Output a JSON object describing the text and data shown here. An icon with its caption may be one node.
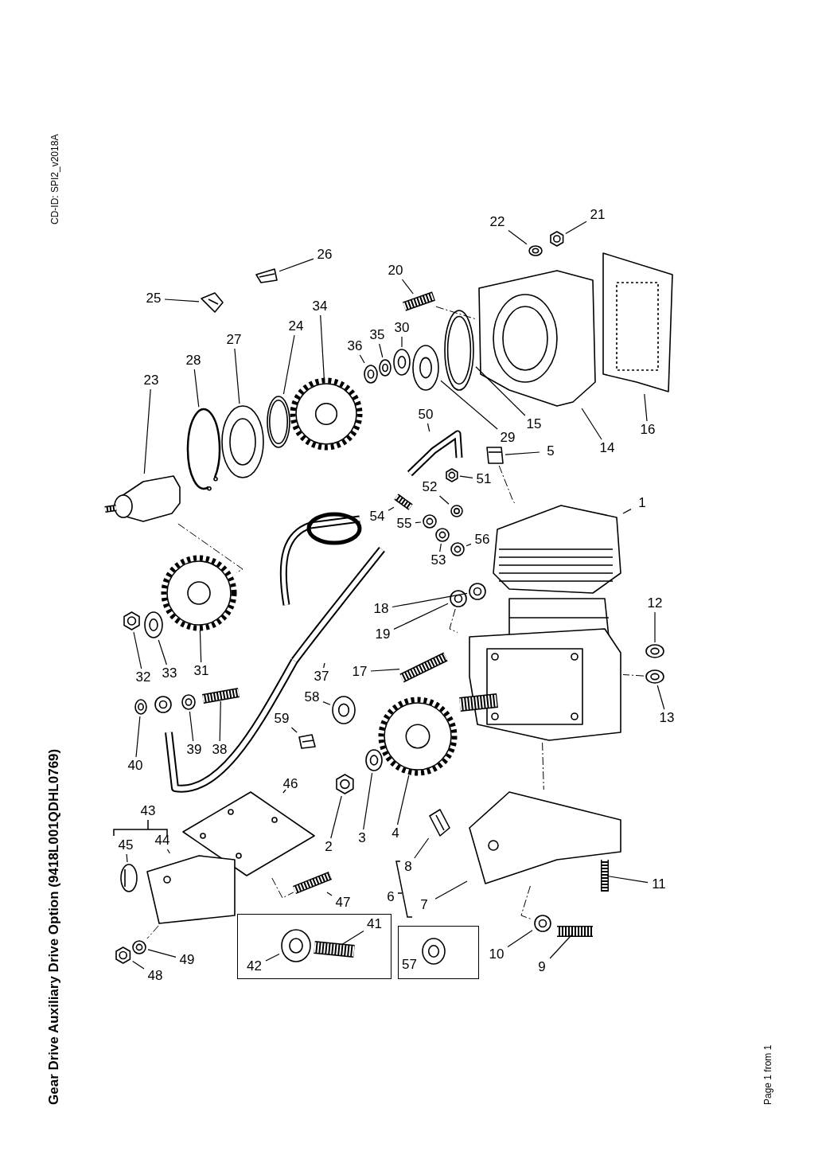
{
  "diagram": {
    "title": "Gear Drive Auxiliary Drive Option (9418L001QDHL0769)",
    "nodes": [
      {
        "text": [
          "1"
        ]
      },
      {
        "text": [
          "2"
        ]
      },
      {
        "text": [
          "3"
        ]
      },
      {
        "text": [
          "4"
        ]
      },
      {
        "text": [
          "5"
        ]
      },
      {
        "text": [
          "6"
        ]
      },
      {
        "text": [
          "7"
        ]
      },
      {
        "text": [
          "8"
        ]
      },
      {
        "text": [
          "9"
        ]
      },
      {
        "text": [
          "10"
        ]
      },
      {
        "text": [
          "11"
        ]
      },
      {
        "text": [
          "12"
        ]
      },
      {
        "text": [
          "13"
        ]
      },
      {
        "text": [
          "14"
        ]
      },
      {
        "text": [
          "15"
        ]
      },
      {
        "text": [
          "16"
        ]
      },
      {
        "text": [
          "17"
        ]
      },
      {
        "text": [
          "18"
        ]
      },
      {
        "text": [
          "19"
        ]
      },
      {
        "text": [
          "20"
        ]
      },
      {
        "text": [
          "21"
        ]
      },
      {
        "text": [
          "22"
        ]
      },
      {
        "text": [
          "23"
        ]
      },
      {
        "text": [
          "24"
        ]
      },
      {
        "text": [
          "25"
        ]
      },
      {
        "text": [
          "26"
        ]
      },
      {
        "text": [
          "27"
        ]
      },
      {
        "text": [
          "28"
        ]
      },
      {
        "text": [
          "29"
        ]
      },
      {
        "text": [
          "30"
        ]
      },
      {
        "text": [
          "31"
        ]
      },
      {
        "text": [
          "32"
        ]
      },
      {
        "text": [
          "33"
        ]
      },
      {
        "text": [
          "34"
        ]
      },
      {
        "text": [
          "35"
        ]
      },
      {
        "text": [
          "36"
        ]
      },
      {
        "text": [
          "37"
        ]
      },
      {
        "text": [
          "38"
        ]
      },
      {
        "text": [
          "39"
        ]
      },
      {
        "text": [
          "40"
        ]
      },
      {
        "text": [],
        "shape": "box"
      },
      {
        "text": [
          "41"
        ],
        "in": 40
      },
      {
        "text": [
          "42"
        ],
        "in": 40
      },
      {
        "text": [
          "43"
        ]
      },
      {
        "text": [
          "44"
        ]
      },
      {
        "text": [
          "45"
        ]
      },
      {
        "text": [
          "46"
        ]
      },
      {
        "text": [
          "47"
        ]
      },
      {
        "text": [
          "48"
        ]
      },
      {
        "text": [
          "49"
        ]
      },
      {
        "text": [
          "50"
        ]
      },
      {
        "text": [
          "51"
        ]
      },
      {
        "text": [
          "52"
        ]
      },
      {
        "text": [
          "53"
        ]
      },
      {
        "text": [
          "54"
        ]
      },
      {
        "text": [
          "55"
        ]
      },
      {
        "text": [
          "56"
        ]
      },
      {
        "text": [],
        "shape": "box"
      },
      {
        "text": [
          "57"
        ],
        "in": 57
      },
      {
        "text": [
          "58"
        ]
      },
      {
        "text": [
          "59"
        ]
      },
      {
        "text": [],
        "shape": "picture"
      },
      {
        "text": [],
        "shape": "picture"
      },
      {
        "text": [],
        "shape": "picture"
      },
      {
        "text": [],
        "shape": "picture"
      },
      {
        "text": [],
        "shape": "picture"
      },
      {
        "text": [],
        "shape": "picture"
      },
      {
        "text": [],
        "shape": "picture"
      },
      {
        "text": [],
        "shape": "picture"
      },
      {
        "text": [],
        "shape": "picture"
      },
      {
        "text": [],
        "shape": "picture"
      },
      {
        "text": [],
        "shape": "picture"
      },
      {
        "text": [],
        "shape": "picture"
      },
      {
        "text": [],
        "shape": "picture"
      },
      {
        "text": [],
        "shape": "picture"
      },
      {
        "text": [],
        "shape": "picture"
      },
      {
        "text": [],
        "shape": "picture"
      },
      {
        "text": [],
        "shape": "picture"
      },
      {
        "text": [],
        "shape": "picture"
      },
      {
        "text": [],
        "shape": "picture"
      },
      {
        "text": [],
        "shape": "picture"
      },
      {
        "text": [],
        "shape": "picture"
      },
      {
        "text": [],
        "shape": "picture"
      },
      {
        "text": [],
        "shape": "picture"
      },
      {
        "text": [],
        "shape": "picture"
      },
      {
        "text": [],
        "shape": "picture"
      },
      {
        "text": [],
        "shape": "picture"
      },
      {
        "text": [],
        "shape": "picture"
      },
      {
        "text": [],
        "shape": "picture"
      },
      {
        "text": [],
        "shape": "picture"
      },
      {
        "text": [],
        "shape": "picture"
      },
      {
        "text": [],
        "shape": "picture"
      },
      {
        "text": [],
        "shape": "picture"
      },
      {
        "text": [],
        "shape": "picture"
      },
      {
        "text": [],
        "shape": "picture"
      },
      {
        "text": [],
        "shape": "picture"
      },
      {
        "text": [],
        "shape": "picture"
      },
      {
        "text": [],
        "shape": "picture"
      },
      {
        "text": [],
        "shape": "picture"
      },
      {
        "text": [],
        "shape": "picture"
      },
      {
        "text": [],
        "shape": "picture"
      },
      {
        "text": [],
        "shape": "picture"
      },
      {
        "text": [],
        "shape": "picture"
      },
      {
        "text": [],
        "shape": "picture"
      },
      {
        "text": [],
        "shape": "picture"
      },
      {
        "text": [],
        "shape": "picture"
      },
      {
        "text": [],
        "shape": "picture"
      },
      {
        "text": [],
        "shape": "picture"
      },
      {
        "text": [],
        "shape": "picture"
      },
      {
        "text": [],
        "shape": "picture"
      },
      {
        "text": [],
        "shape": "picture"
      },
      {
        "text": [],
        "shape": "picture"
      },
      {
        "text": [],
        "shape": "picture"
      },
      {
        "text": [],
        "shape": "picture",
        "in": 40
      },
      {
        "text": [],
        "shape": "picture",
        "in": 40
      },
      {
        "text": [],
        "shape": "picture"
      },
      {
        "text": [],
        "shape": "picture"
      },
      {
        "text": [],
        "shape": "picture"
      }
    ],
    "edges": [
      {
        "from": 0,
        "to": 83,
        "arrow": "none"
      },
      {
        "from": 1,
        "to": 103,
        "arrow": "none"
      },
      {
        "from": 2,
        "to": 102,
        "arrow": "none"
      },
      {
        "from": 3,
        "to": 101,
        "arrow": "none"
      },
      {
        "from": 4,
        "to": 77,
        "arrow": "none"
      },
      {
        "from": 6,
        "to": 105,
        "arrow": "none"
      },
      {
        "from": 7,
        "to": 106,
        "arrow": "none"
      },
      {
        "from": 8,
        "to": 112,
        "arrow": "none"
      },
      {
        "from": 9,
        "to": 111,
        "arrow": "none"
      },
      {
        "from": 10,
        "to": 108,
        "arrow": "none"
      },
      {
        "from": 11,
        "to": 93,
        "arrow": "none"
      },
      {
        "from": 12,
        "to": 95,
        "arrow": "none"
      },
      {
        "from": 13,
        "to": 64,
        "arrow": "none"
      },
      {
        "from": 14,
        "to": 68,
        "arrow": "none"
      },
      {
        "from": 15,
        "to": 63,
        "arrow": "none"
      },
      {
        "from": 16,
        "to": 94,
        "arrow": "none"
      },
      {
        "from": 17,
        "to": 88,
        "arrow": "none"
      },
      {
        "from": 18,
        "to": 90,
        "arrow": "none"
      },
      {
        "from": 19,
        "to": 67,
        "arrow": "none"
      },
      {
        "from": 20,
        "to": 61,
        "arrow": "none"
      },
      {
        "from": 21,
        "to": 62,
        "arrow": "none"
      },
      {
        "from": 22,
        "to": 79,
        "arrow": "none"
      },
      {
        "from": 23,
        "to": 74,
        "arrow": "none"
      },
      {
        "from": 24,
        "to": 66,
        "arrow": "none"
      },
      {
        "from": 25,
        "to": 65,
        "arrow": "none"
      },
      {
        "from": 26,
        "to": 76,
        "arrow": "none"
      },
      {
        "from": 27,
        "to": 78,
        "arrow": "none"
      },
      {
        "from": 28,
        "to": 70,
        "arrow": "none"
      },
      {
        "from": 29,
        "to": 69,
        "arrow": "none"
      },
      {
        "from": 30,
        "to": 89,
        "arrow": "none"
      },
      {
        "from": 31,
        "to": 92,
        "arrow": "none"
      },
      {
        "from": 32,
        "to": 91,
        "arrow": "none"
      },
      {
        "from": 33,
        "to": 73,
        "arrow": "none"
      },
      {
        "from": 34,
        "to": 71,
        "arrow": "none"
      },
      {
        "from": 35,
        "to": 72,
        "arrow": "none"
      },
      {
        "from": 36,
        "to": 87,
        "arrow": "none"
      },
      {
        "from": 37,
        "to": 96,
        "arrow": "none"
      },
      {
        "from": 38,
        "to": 97,
        "arrow": "none"
      },
      {
        "from": 39,
        "to": 98,
        "arrow": "none"
      },
      {
        "from": 41,
        "to": 114,
        "arrow": "none"
      },
      {
        "from": 42,
        "to": 113,
        "arrow": "none"
      },
      {
        "from": 44,
        "to": 107,
        "arrow": "none"
      },
      {
        "from": 45,
        "to": 109,
        "arrow": "none"
      },
      {
        "from": 46,
        "to": 104,
        "arrow": "none"
      },
      {
        "from": 47,
        "to": 110,
        "arrow": "none"
      },
      {
        "from": 48,
        "to": 116,
        "arrow": "none"
      },
      {
        "from": 49,
        "to": 115,
        "arrow": "none"
      },
      {
        "from": 50,
        "to": 75,
        "arrow": "none"
      },
      {
        "from": 51,
        "to": 80,
        "arrow": "none"
      },
      {
        "from": 52,
        "to": 81,
        "arrow": "none"
      },
      {
        "from": 53,
        "to": 85,
        "arrow": "none"
      },
      {
        "from": 54,
        "to": 82,
        "arrow": "none"
      },
      {
        "from": 55,
        "to": 84,
        "arrow": "none"
      },
      {
        "from": 56,
        "to": 86,
        "arrow": "none"
      },
      {
        "from": 59,
        "to": 99,
        "arrow": "none"
      },
      {
        "from": 60,
        "to": 100,
        "arrow": "none"
      },
      {
        "from": 79,
        "to": 89,
        "arrow": "none",
        "style": "dashed"
      },
      {
        "from": 67,
        "to": 64,
        "arrow": "none",
        "style": "dashed"
      },
      {
        "from": 77,
        "to": 83,
        "arrow": "none",
        "style": "dashed"
      },
      {
        "from": 90,
        "to": 117,
        "arrow": "none",
        "style": "dashed"
      },
      {
        "from": 95,
        "to": 117,
        "arrow": "none",
        "style": "dashed"
      },
      {
        "from": 117,
        "to": 105,
        "arrow": "none",
        "style": "dashed"
      },
      {
        "from": 104,
        "to": 110,
        "arrow": "none",
        "style": "dashed"
      },
      {
        "from": 105,
        "to": 111,
        "arrow": "none",
        "style": "dashed"
      },
      {
        "from": 107,
        "to": 115,
        "arrow": "none",
        "style": "dashed"
      }
    ],
    "labels": [
      "CD-ID: SPI2_v2018A",
      "Page 1 from 1"
    ]
  }
}
